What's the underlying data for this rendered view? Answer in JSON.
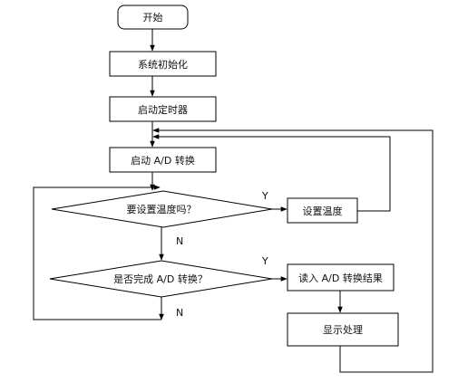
{
  "flowchart": {
    "start_label": "开始",
    "init_label": "系统初始化",
    "start_timer_label": "启动定时器",
    "start_ad_label": "启动 A/D 转换",
    "set_temp_question": "要设置温度吗？",
    "ad_done_question": "是否完成 A/D 转换？",
    "set_temp_label": "设置温度",
    "read_ad_label": "读入 A/D 转换结果",
    "display_label": "显示处理",
    "yes_label_1": "Y",
    "no_label_1": "N",
    "yes_label_2": "Y",
    "no_label_2": "N"
  }
}
